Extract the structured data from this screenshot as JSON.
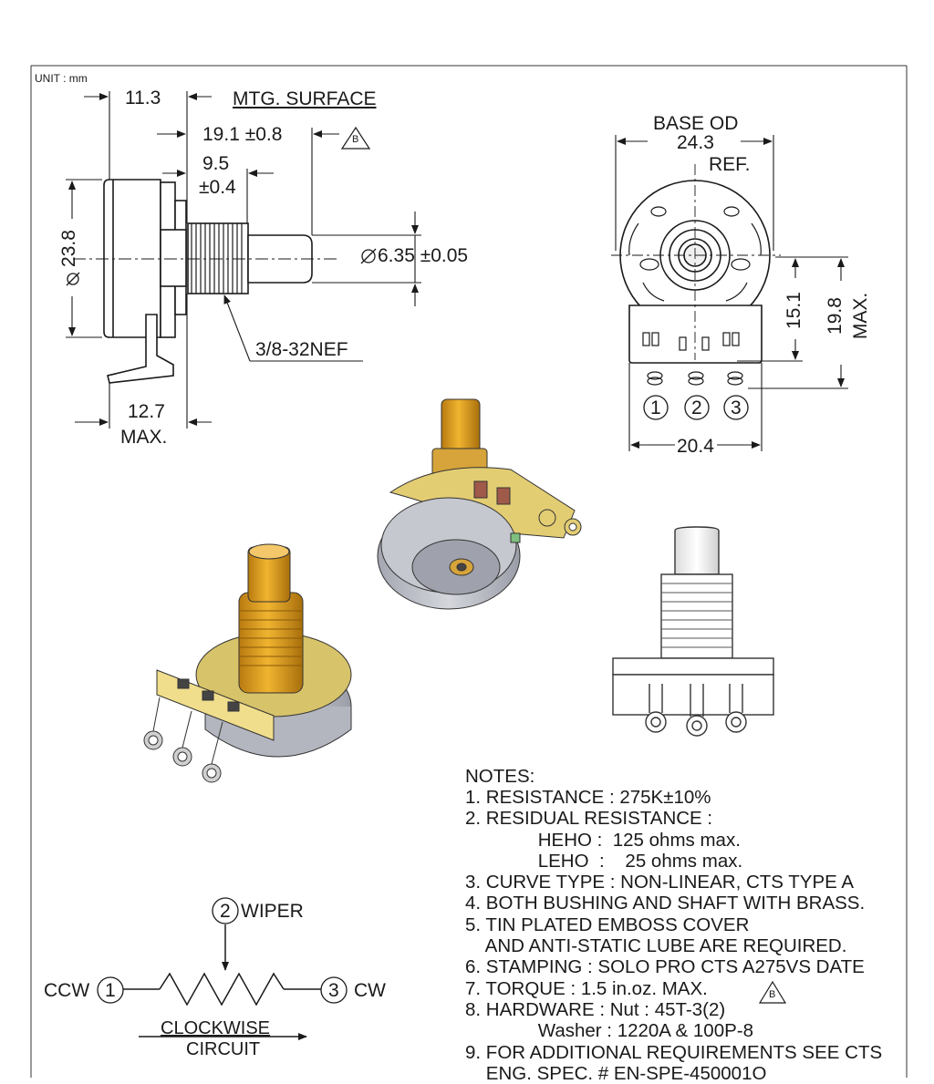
{
  "unit_label": "UNIT : mm",
  "side_view": {
    "dims": {
      "d11_3": "11.3",
      "mtg_surface": "MTG. SURFACE",
      "d19_1": "19.1 ±0.8",
      "d9_5_a": "9.5",
      "d9_5_b": "±0.4",
      "d23_8": "23.8",
      "shaft_dia": "6.35 ±0.05",
      "thread": "3/8-32NEF",
      "d12_7": "12.7",
      "max": "MAX."
    },
    "rev_mark": "B"
  },
  "top_view": {
    "base_od": "BASE OD",
    "d24_3": "24.3",
    "ref": "REF.",
    "d15_1": "15.1",
    "d19_8": "19.8",
    "max": "MAX.",
    "d20_4": "20.4",
    "terminals": [
      "1",
      "2",
      "3"
    ]
  },
  "schematic": {
    "wiper_num": "2",
    "wiper_label": "WIPER",
    "ccw_label": "CCW",
    "ccw_num": "1",
    "cw_num": "3",
    "cw_label": "CW",
    "caption_line1": "CLOCKWISE",
    "caption_line2": "CIRCUIT"
  },
  "notes": {
    "heading": "NOTES:",
    "lines": [
      "1. RESISTANCE : 275K±10%",
      "2. RESIDUAL RESISTANCE :",
      "              HEHO :  125 ohms max.",
      "              LEHO  :    25 ohms max.",
      "3. CURVE TYPE : NON-LINEAR, CTS TYPE A",
      "4. BOTH BUSHING AND SHAFT WITH BRASS.",
      "5. TIN PLATED EMBOSS COVER",
      "    AND ANTI-STATIC LUBE ARE REQUIRED.",
      "6. STAMPING : SOLO PRO CTS A275VS DATE",
      "7. TORQUE : 1.5 in.oz. MAX.",
      "8. HARDWARE : Nut : 45T-3(2)",
      "              Washer : 1220A & 100P-8",
      "9. FOR ADDITIONAL REQUIREMENTS SEE CTS",
      "    ENG. SPEC. # EN-SPE-450001O"
    ],
    "hardware_rev_mark": "B"
  },
  "colors": {
    "line": "#1a1a1a",
    "brass": "#d89a1e",
    "brass_dark": "#a86f0c",
    "body_gray": "#b9bcc6",
    "body_dark": "#8e919b",
    "lug_gold": "#e6cf72"
  }
}
